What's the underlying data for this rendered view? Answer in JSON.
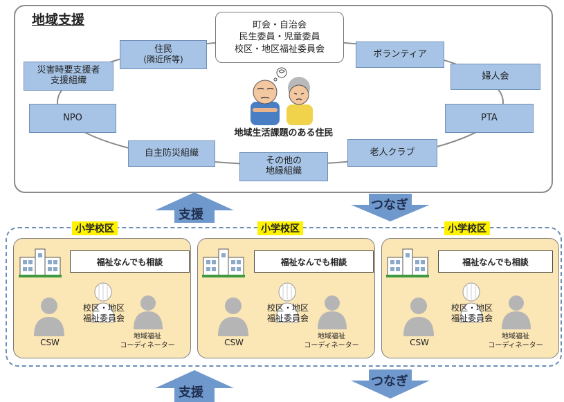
{
  "region": {
    "title": "地域支援",
    "center_group": [
      "町会・自治会",
      "民生委員・児童委員",
      "校区・地区福祉委員会"
    ],
    "nodes": {
      "residents": [
        "住民",
        "(隣近所等)"
      ],
      "volunteer": "ボランティア",
      "disaster": [
        "災害時要支援者",
        "支援組織"
      ],
      "womens": "婦人会",
      "npo": "NPO",
      "pta": "PTA",
      "disaster_prevention": "自主防災組織",
      "elderly_club": "老人クラブ",
      "other": [
        "その他の",
        "地縁組織"
      ]
    },
    "center_caption": "地域生活課題のある住民"
  },
  "arrows": {
    "support": "支援",
    "connect": "つなぎ"
  },
  "schools": [
    {
      "tag": "小学校区",
      "consult": "福祉なんでも相談",
      "csw": "CSW",
      "committee": [
        "校区・地区",
        "福祉委員会"
      ],
      "coordinator": [
        "地域福祉",
        "コーディネーター"
      ]
    },
    {
      "tag": "小学校区",
      "consult": "福祉なんでも相談",
      "csw": "CSW",
      "committee": [
        "校区・地区",
        "福祉委員会"
      ],
      "coordinator": [
        "地域福祉",
        "コーディネーター"
      ]
    },
    {
      "tag": "小学校区",
      "consult": "福祉なんでも相談",
      "csw": "CSW",
      "committee": [
        "校区・地区",
        "福祉委員会"
      ],
      "coordinator": [
        "地域福祉",
        "コーディネーター"
      ]
    }
  ],
  "colors": {
    "node_fill": "#a7c4e6",
    "school_fill": "#fbe6b6",
    "tag_highlight": "#fff200",
    "arrow": "#6f98cc"
  },
  "icons": [
    "school-building-icon",
    "person-silhouette-icon",
    "elderly-residents-illustration"
  ]
}
